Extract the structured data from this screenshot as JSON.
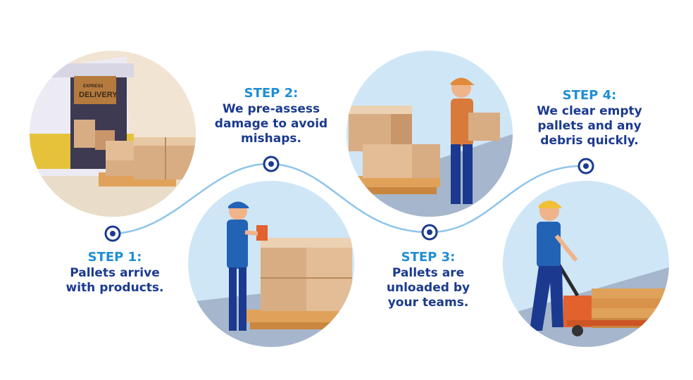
{
  "delivery_sign": {
    "small": "EXPRESS",
    "big": "DELIVERY"
  },
  "steps": [
    {
      "title": "STEP 1:",
      "lines": [
        "Pallets arrive",
        "with products."
      ]
    },
    {
      "title": "STEP 2:",
      "lines": [
        "We pre-assess",
        "damage to avoid",
        "mishaps."
      ]
    },
    {
      "title": "STEP 3:",
      "lines": [
        "Pallets are",
        "unloaded by",
        "your teams."
      ]
    },
    {
      "title": "STEP 4:",
      "lines": [
        "We clear empty",
        "pallets and any",
        "debris quickly."
      ]
    }
  ],
  "colors": {
    "step_title": "#1f8ed6",
    "step_text": "#1b3a8f",
    "connector": "#8ec5ea",
    "circle_bg": "#cfe6f6",
    "box": "#d9ad84",
    "pallet": "#e0a25a"
  }
}
